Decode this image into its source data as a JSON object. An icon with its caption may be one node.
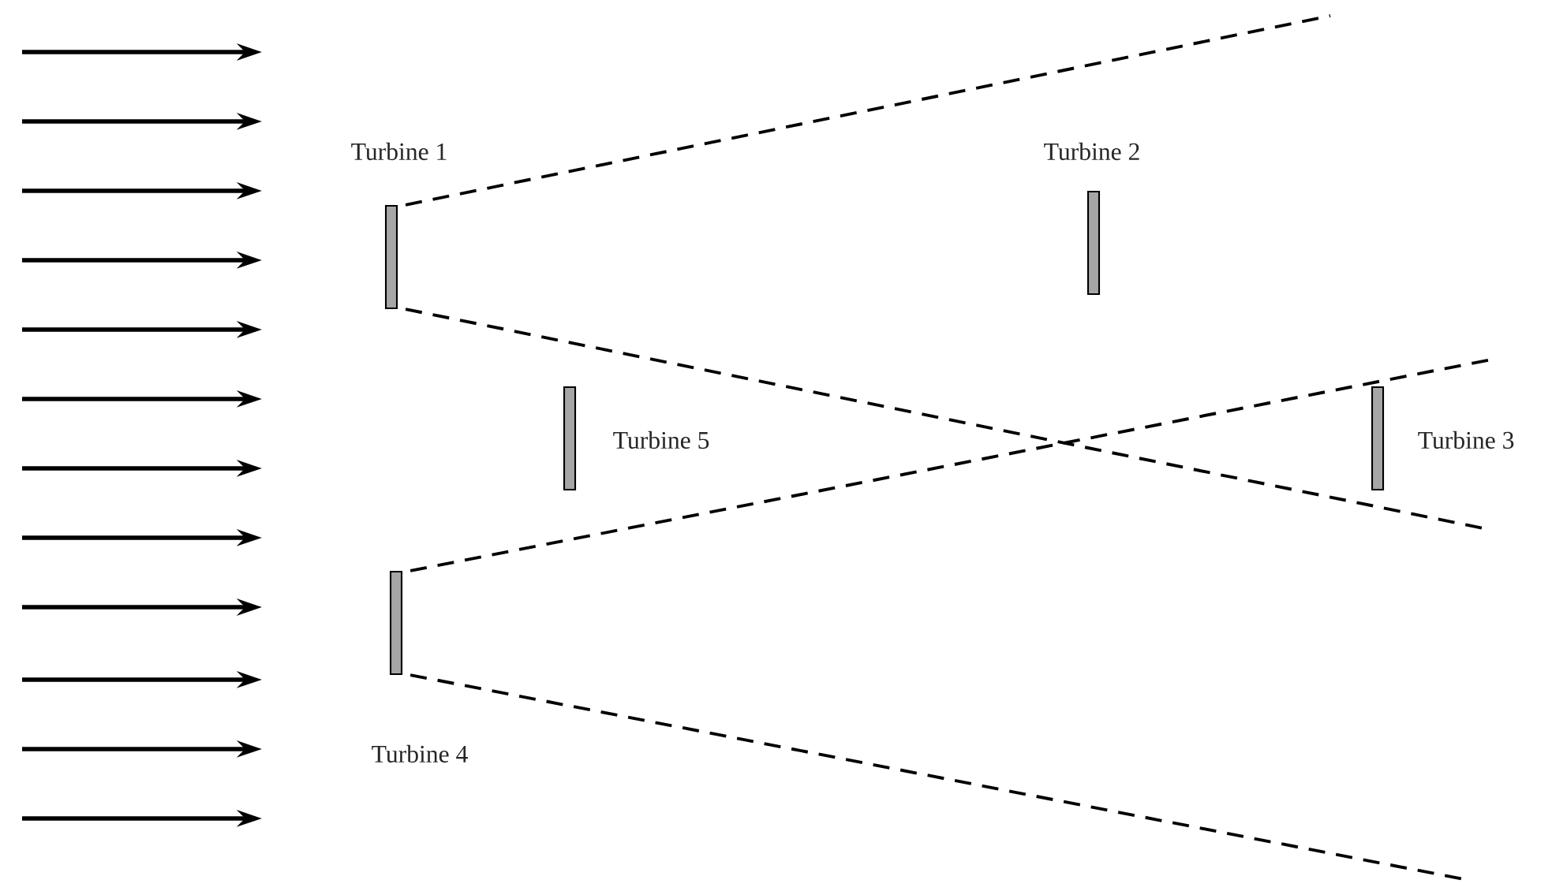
{
  "diagram": {
    "nodes": [
      {
        "text": [
          "Turbine 1"
        ]
      },
      {
        "text": [
          "Turbine 2"
        ]
      },
      {
        "text": [
          "Turbine 3"
        ]
      },
      {
        "text": [
          "Turbine 4"
        ]
      },
      {
        "text": [
          "Turbine 5"
        ]
      }
    ],
    "edges": [
      {
        "from": 0,
        "to": null,
        "arrow": "none",
        "style": "dashed"
      },
      {
        "from": 0,
        "to": null,
        "arrow": "none",
        "style": "dashed"
      },
      {
        "from": 3,
        "to": null,
        "arrow": "none",
        "style": "dashed"
      },
      {
        "from": 3,
        "to": null,
        "arrow": "none",
        "style": "dashed"
      }
    ]
  }
}
